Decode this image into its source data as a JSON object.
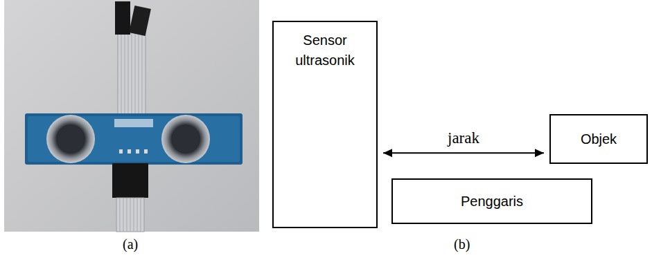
{
  "diagram": {
    "nodes": [
      {
        "text": [
          "Sensor ultrasonik"
        ]
      },
      {
        "text": [
          "Objek"
        ]
      },
      {
        "text": [
          "Penggaris"
        ]
      }
    ],
    "edges": [
      {
        "from": 0,
        "to": 1,
        "arrow": "both",
        "label": "jarak"
      }
    ],
    "labels": [
      "(a)",
      "(b)"
    ]
  }
}
